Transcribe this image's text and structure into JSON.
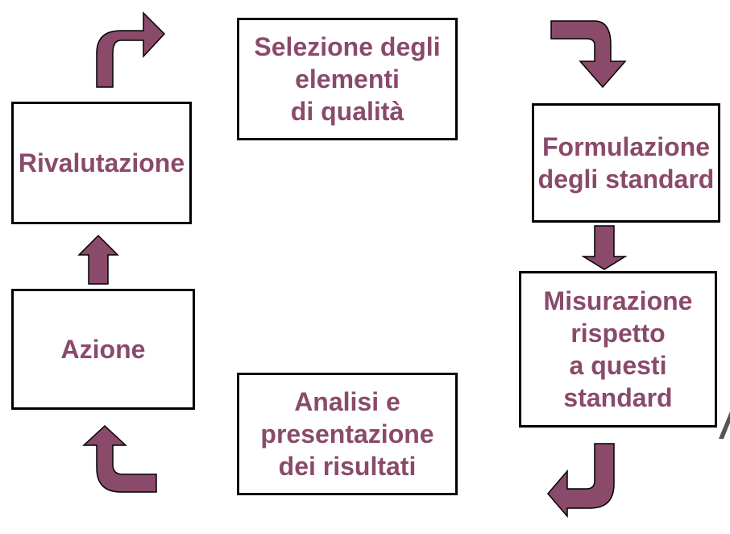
{
  "colors": {
    "text": "#8a4a6a",
    "arrow_fill": "#8a4a6a",
    "border": "#000000",
    "background": "#ffffff"
  },
  "boxes": {
    "selection": "Selezione degli\nelementi\ndi qualità",
    "standards": "Formulazione\ndegli standard",
    "measurement": "Misurazione\nrispetto\na questi\nstandard",
    "analysis": "Analisi e\npresentazione\ndei risultati",
    "action": "Azione",
    "reevaluation": "Rivalutazione"
  }
}
